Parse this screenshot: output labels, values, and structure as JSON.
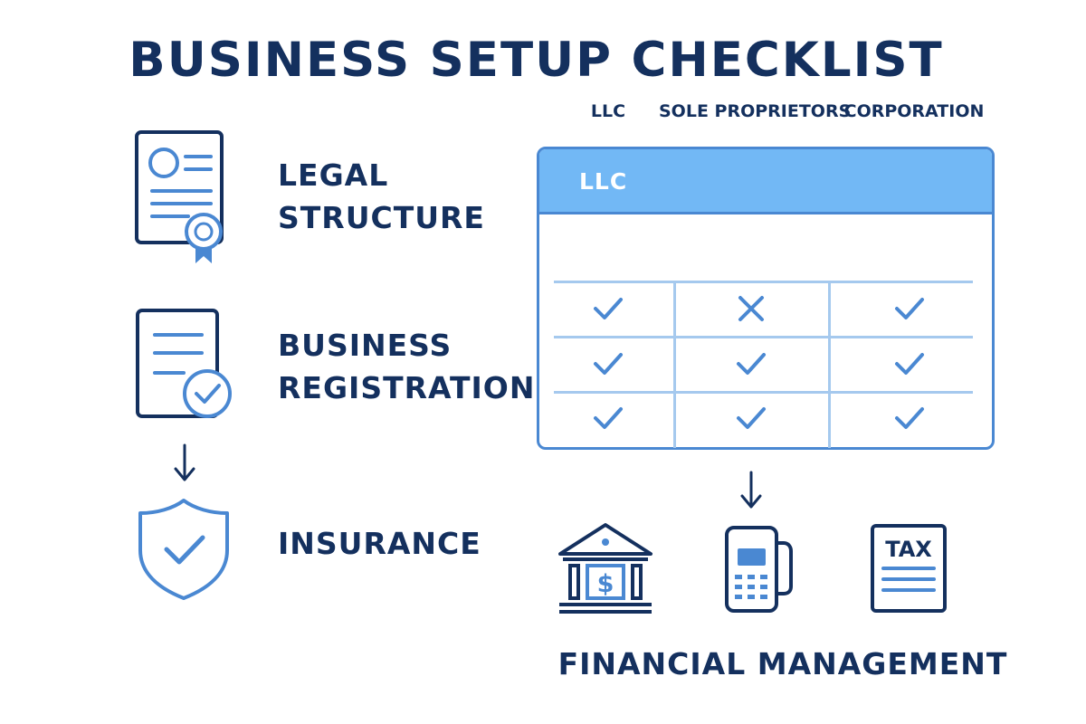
{
  "title": "BUSINESS SETUP CHECKLIST",
  "steps": [
    {
      "line1": "LEGAL",
      "line2": "STRUCTURE",
      "icon": "certificate-icon"
    },
    {
      "line1": "BUSINESS",
      "line2": "REGISTRATION",
      "icon": "document-check-icon"
    },
    {
      "line1": "INSURANCE",
      "icon": "shield-check-icon"
    }
  ],
  "table": {
    "header": "LLC",
    "columns": [
      "LLC",
      "SOLE PROPRIETORS",
      "CORPORATION"
    ],
    "rows": [
      [
        "check",
        "cross",
        "check"
      ],
      [
        "check",
        "check",
        "check"
      ],
      [
        "check",
        "check",
        "check"
      ]
    ]
  },
  "financial": {
    "label": "FINANCIAL MANAGEMENT",
    "tax_label": "TAX",
    "dollar_symbol": "$",
    "icons": [
      "bank-icon",
      "card-terminal-icon",
      "tax-form-icon"
    ]
  },
  "colors": {
    "navy": "#14305e",
    "blue": "#4a88d2",
    "light_blue": "#72b8f5"
  }
}
